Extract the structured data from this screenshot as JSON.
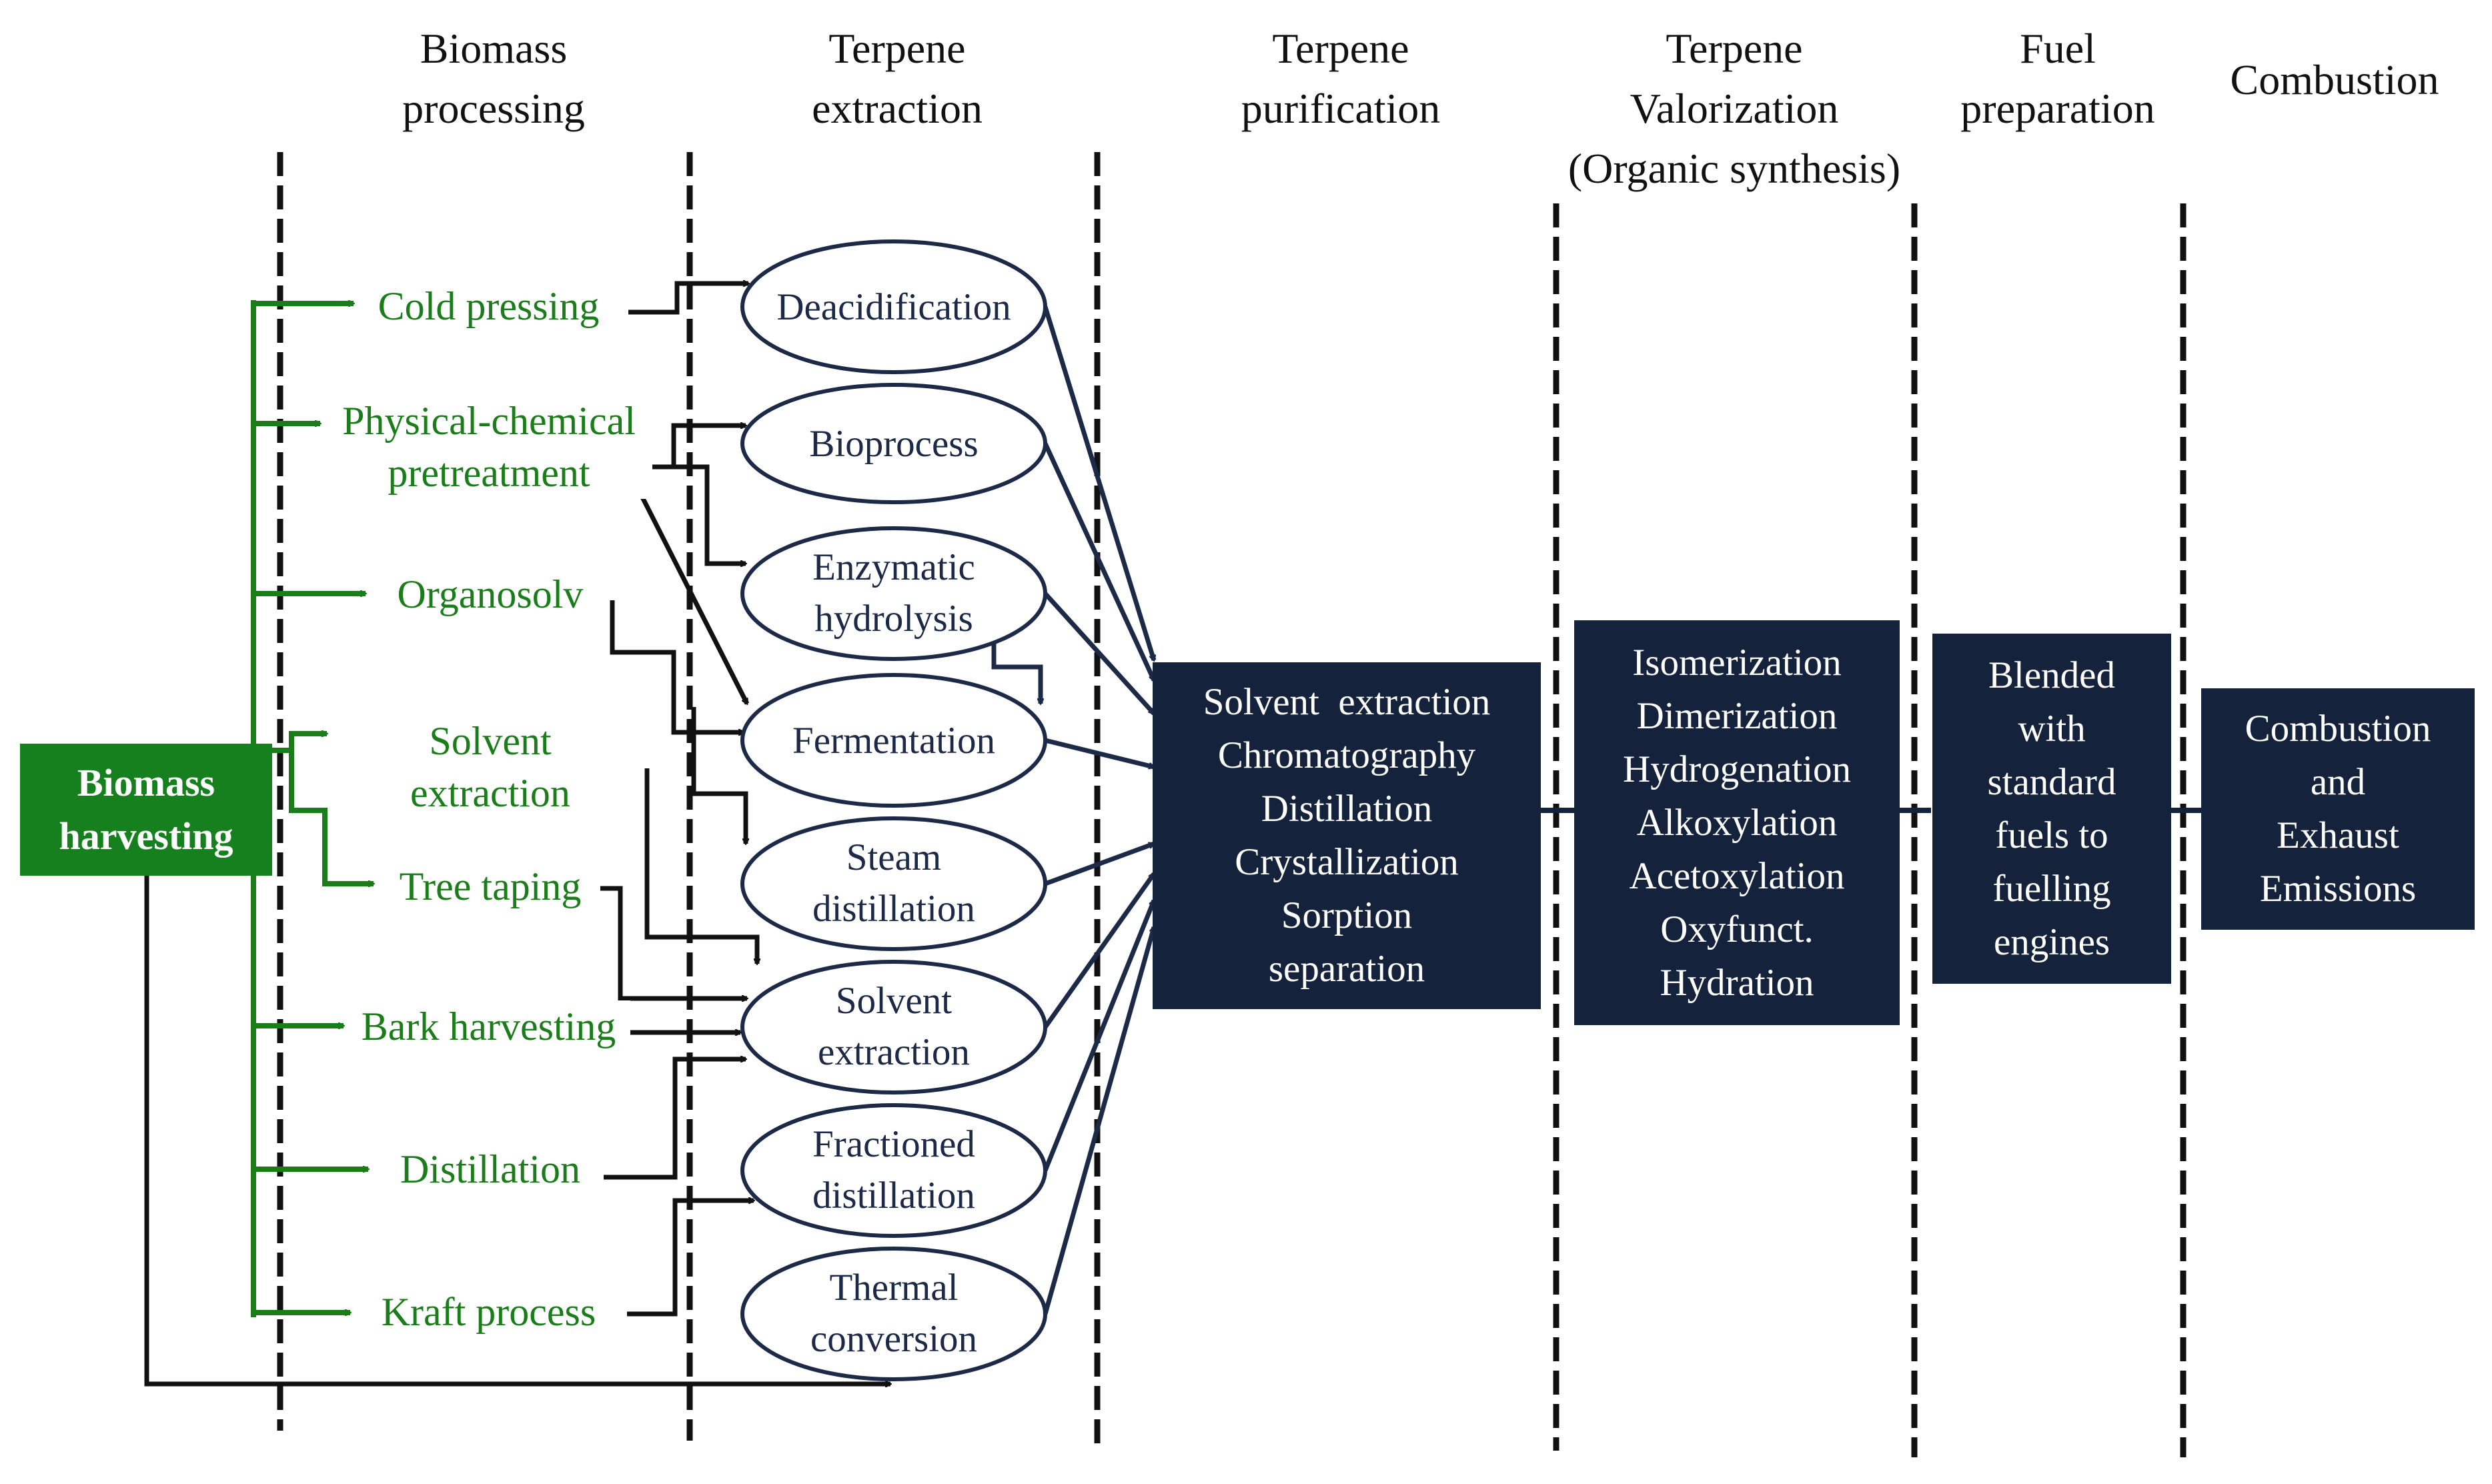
{
  "headers": [
    {
      "lines": [
        "Biomass",
        "processing"
      ]
    },
    {
      "lines": [
        "Terpene",
        "extraction"
      ]
    },
    {
      "lines": [
        "Terpene",
        "purification"
      ]
    },
    {
      "lines": [
        "Terpene",
        "Valorization",
        "(Organic synthesis)"
      ]
    },
    {
      "lines": [
        "Fuel",
        "preparation"
      ]
    },
    {
      "lines": [
        "Combustion"
      ]
    }
  ],
  "start_box": {
    "lines": [
      "Biomass",
      "harvesting"
    ],
    "color": "#16801e"
  },
  "processing_steps": [
    {
      "lines": [
        "Cold pressing"
      ]
    },
    {
      "lines": [
        "Physical-chemical",
        "pretreatment"
      ]
    },
    {
      "lines": [
        "Organosolv"
      ]
    },
    {
      "lines": [
        "Solvent",
        "extraction"
      ]
    },
    {
      "lines": [
        "Tree taping"
      ]
    },
    {
      "lines": [
        "Bark harvesting"
      ]
    },
    {
      "lines": [
        "Distillation"
      ]
    },
    {
      "lines": [
        "Kraft process"
      ]
    }
  ],
  "extraction_methods": [
    {
      "lines": [
        "Deacidification"
      ]
    },
    {
      "lines": [
        "Bioprocess"
      ]
    },
    {
      "lines": [
        "Enzymatic",
        "hydrolysis"
      ]
    },
    {
      "lines": [
        "Fermentation"
      ]
    },
    {
      "lines": [
        "Steam",
        "distillation"
      ]
    },
    {
      "lines": [
        "Solvent",
        "extraction"
      ]
    },
    {
      "lines": [
        "Fractioned",
        "distillation"
      ]
    },
    {
      "lines": [
        "Thermal",
        "conversion"
      ]
    }
  ],
  "purification_box": {
    "lines": [
      "Solvent  extraction",
      "Chromatography",
      "Distillation",
      "Crystallization",
      "Sorption",
      "separation"
    ]
  },
  "valorization_box": {
    "lines": [
      "Isomerization",
      "Dimerization",
      "Hydrogenation",
      "Alkoxylation",
      "Acetoxylation",
      "Oxyfunct.",
      "Hydration"
    ]
  },
  "fuel_box": {
    "lines": [
      "Blended",
      "with",
      "standard",
      "fuels to",
      "fuelling",
      "engines"
    ]
  },
  "combustion_box": {
    "lines": [
      "Combustion",
      "and",
      "Exhaust",
      "Emissions"
    ]
  },
  "colors": {
    "green": "#1a7d1a",
    "navy": "#14223b",
    "oval_outline": "#1c2a48",
    "arrow": "#111111"
  }
}
